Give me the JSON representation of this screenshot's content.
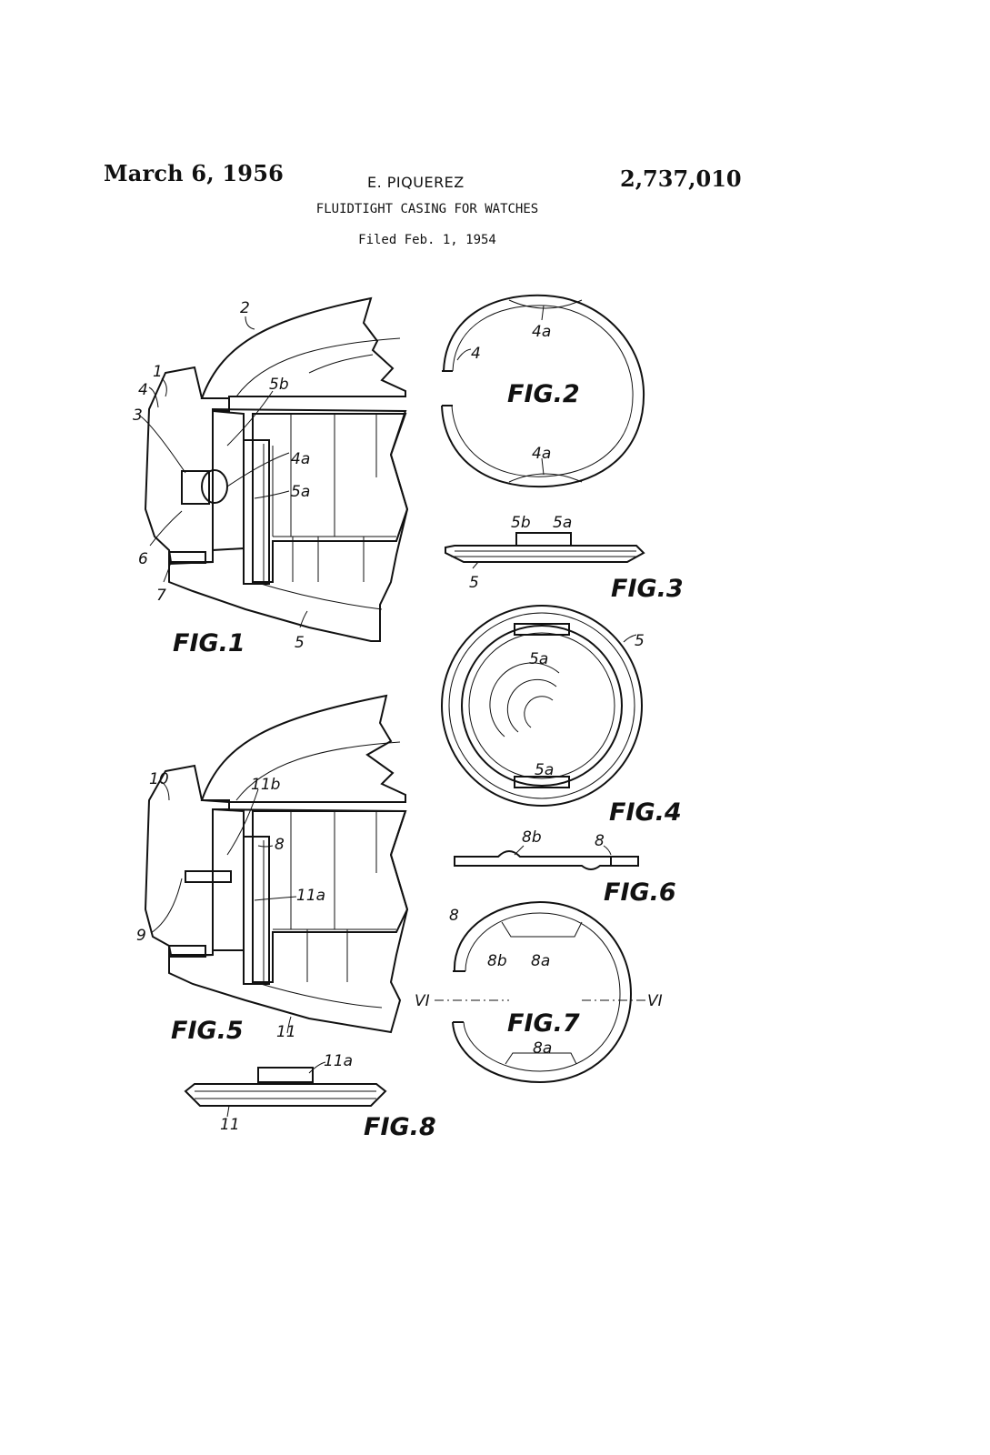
{
  "header": {
    "date": "March 6, 1956",
    "inventor": "E. PIQUEREZ",
    "patent_number": "2,737,010",
    "title": "FLUIDTIGHT CASING FOR WATCHES",
    "filed": "Filed Feb. 1, 1954"
  },
  "figures": {
    "fig1": "FIG.1",
    "fig2": "FIG.2",
    "fig3": "FIG.3",
    "fig4": "FIG.4",
    "fig5": "FIG.5",
    "fig6": "FIG.6",
    "fig7": "FIG.7",
    "fig8": "FIG.8"
  },
  "reference_labels": {
    "fig1": [
      "2",
      "1",
      "4",
      "3",
      "5b",
      "4a",
      "5a",
      "6",
      "7",
      "5"
    ],
    "fig2": [
      "4a",
      "4",
      "4a"
    ],
    "fig3": [
      "5b",
      "5a",
      "5"
    ],
    "fig4": [
      "5",
      "5a",
      "5a"
    ],
    "fig5": [
      "10",
      "11b",
      "8",
      "11a",
      "9",
      "11"
    ],
    "fig6": [
      "8b",
      "8"
    ],
    "fig7": [
      "8",
      "8b",
      "8a",
      "8a"
    ],
    "fig8": [
      "11a",
      "11"
    ],
    "section_marks": [
      "VI",
      "VI"
    ]
  }
}
